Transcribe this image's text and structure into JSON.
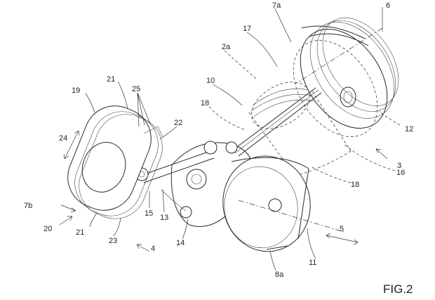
{
  "figure": {
    "caption": "FIG.2"
  },
  "labels": {
    "l7a": "7a",
    "l6": "6",
    "l17": "17",
    "l2a": "2a",
    "l10": "10",
    "l21_top": "21",
    "l25": "25",
    "l19": "19",
    "l18_left": "18",
    "l22": "22",
    "l24": "24",
    "l12": "12",
    "l3": "3",
    "l16": "16",
    "l18_right": "18",
    "l7b": "7b",
    "l20": "20",
    "l21_bottom": "21",
    "l15": "15",
    "l13": "13",
    "l23": "23",
    "l4": "4",
    "l14": "14",
    "l5": "5",
    "l11": "11",
    "l8a": "8a"
  }
}
